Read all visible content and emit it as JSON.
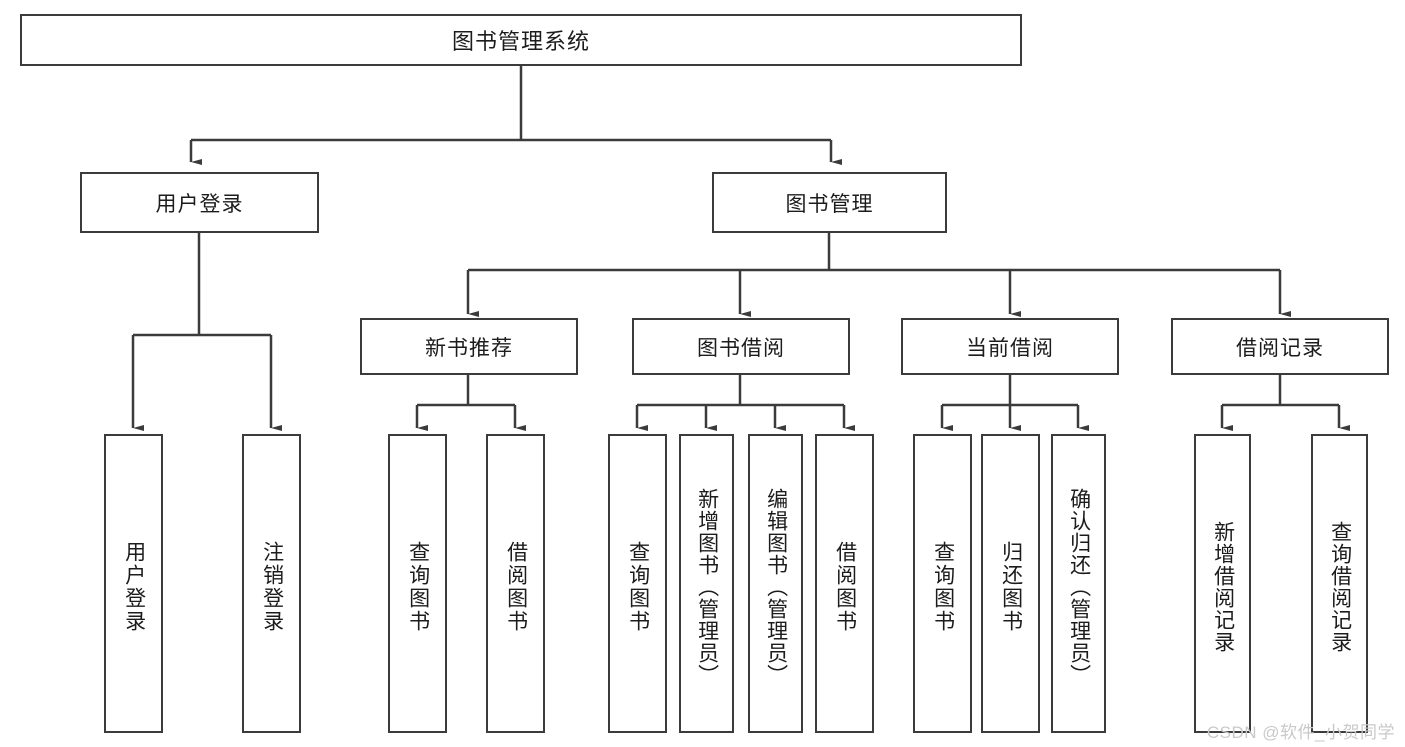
{
  "diagram": {
    "type": "tree",
    "title": "图书管理系统",
    "watermark": "CSDN @软件_小贺同学",
    "colors": {
      "border": "#3b3b3b",
      "background": "#ffffff",
      "text": "#1c1c1c",
      "watermark": "#c9c9c9"
    },
    "nodes": {
      "root": {
        "label": "图书管理系统",
        "level": 0
      },
      "level1": [
        {
          "id": "user-login",
          "label": "用户登录"
        },
        {
          "id": "book-manage",
          "label": "图书管理"
        }
      ],
      "level2": [
        {
          "id": "new-book-rec",
          "label": "新书推荐",
          "parent": "book-manage"
        },
        {
          "id": "book-borrow",
          "label": "图书借阅",
          "parent": "book-manage"
        },
        {
          "id": "current-borrow",
          "label": "当前借阅",
          "parent": "book-manage"
        },
        {
          "id": "borrow-record",
          "label": "借阅记录",
          "parent": "book-manage"
        }
      ],
      "leaves": [
        {
          "id": "leaf-user-login",
          "label": "用户登录",
          "parent": "user-login"
        },
        {
          "id": "leaf-user-logout",
          "label": "注销登录",
          "parent": "user-login"
        },
        {
          "id": "leaf-query-book-1",
          "label": "查询图书",
          "parent": "new-book-rec"
        },
        {
          "id": "leaf-borrow-book-1",
          "label": "借阅图书",
          "parent": "new-book-rec"
        },
        {
          "id": "leaf-query-book-2",
          "label": "查询图书",
          "parent": "book-borrow"
        },
        {
          "id": "leaf-add-book",
          "label": "新增图书（管理员）",
          "parent": "book-borrow"
        },
        {
          "id": "leaf-edit-book",
          "label": "编辑图书（管理员）",
          "parent": "book-borrow"
        },
        {
          "id": "leaf-borrow-book-2",
          "label": "借阅图书",
          "parent": "book-borrow"
        },
        {
          "id": "leaf-query-book-3",
          "label": "查询图书",
          "parent": "current-borrow"
        },
        {
          "id": "leaf-return-book",
          "label": "归还图书",
          "parent": "current-borrow"
        },
        {
          "id": "leaf-confirm-return",
          "label": "确认归还（管理员）",
          "parent": "current-borrow"
        },
        {
          "id": "leaf-add-record",
          "label": "新增借阅记录",
          "parent": "borrow-record"
        },
        {
          "id": "leaf-query-record",
          "label": "查询借阅记录",
          "parent": "borrow-record"
        }
      ]
    }
  }
}
